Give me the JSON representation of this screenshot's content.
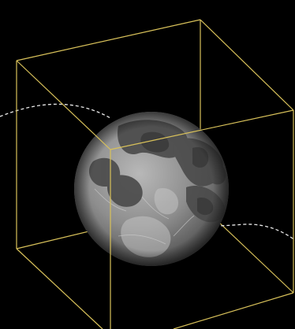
{
  "scene": {
    "subject": "moon-in-wireframe-cube",
    "colors": {
      "background": "#000000",
      "cube_edge": "#d8c15a",
      "orbit_path": "#e8e8e8",
      "moon_highlands": "#9c9c9c",
      "moon_maria": "#4a4a4a",
      "moon_shadow": "#2a2a2a"
    },
    "elements": {
      "cube": "wireframe-cube",
      "moon": "moon-sphere",
      "orbit": "dashed-orbit-path"
    }
  }
}
